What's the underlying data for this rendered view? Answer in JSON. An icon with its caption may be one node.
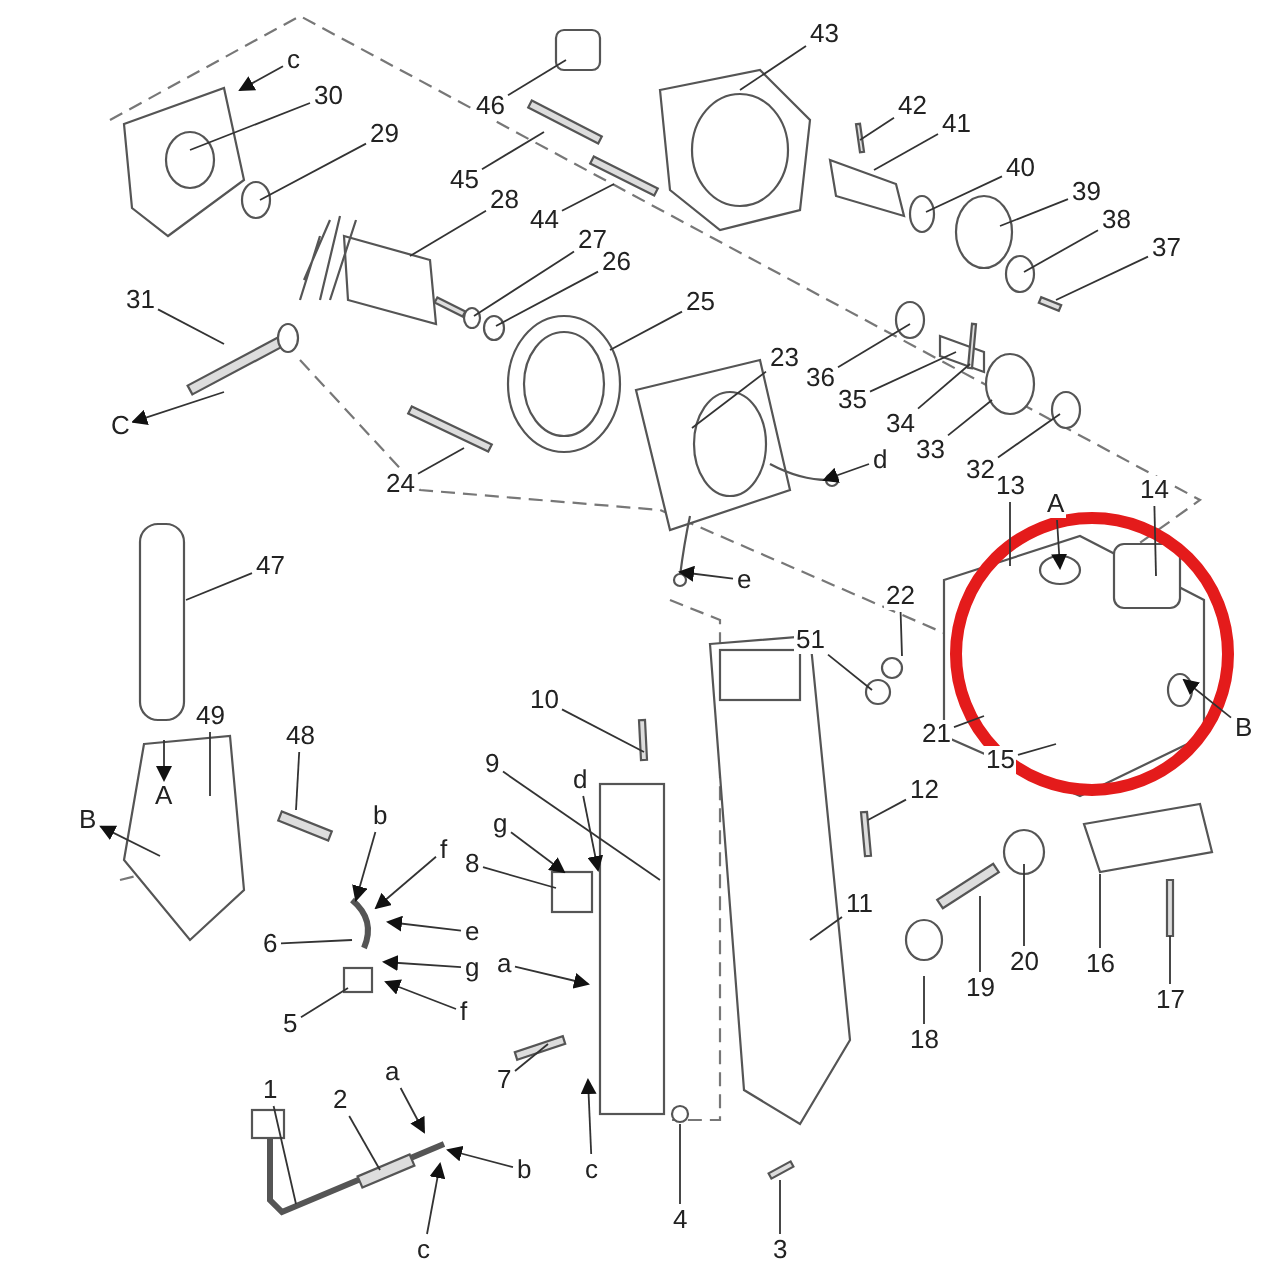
{
  "diagram": {
    "nodes": [
      {
        "text": [
          "c"
        ]
      },
      {
        "text": [
          "43"
        ]
      },
      {
        "text": [
          "30"
        ]
      },
      {
        "text": [
          "46"
        ]
      },
      {
        "text": [
          "42"
        ]
      },
      {
        "text": [
          "29"
        ]
      },
      {
        "text": [
          "41"
        ]
      },
      {
        "text": [
          "45"
        ]
      },
      {
        "text": [
          "40"
        ]
      },
      {
        "text": [
          "39"
        ]
      },
      {
        "text": [
          "28"
        ]
      },
      {
        "text": [
          "44"
        ]
      },
      {
        "text": [
          "38"
        ]
      },
      {
        "text": [
          "37"
        ]
      },
      {
        "text": [
          "27"
        ]
      },
      {
        "text": [
          "26"
        ]
      },
      {
        "text": [
          "31"
        ]
      },
      {
        "text": [
          "25"
        ]
      },
      {
        "text": [
          "23"
        ]
      },
      {
        "text": [
          "36"
        ]
      },
      {
        "text": [
          "35"
        ]
      },
      {
        "text": [
          "34"
        ]
      },
      {
        "text": [
          "33"
        ]
      },
      {
        "text": [
          "C"
        ]
      },
      {
        "text": [
          "32"
        ]
      },
      {
        "text": [
          "d"
        ]
      },
      {
        "text": [
          "24"
        ]
      },
      {
        "text": [
          "14"
        ]
      },
      {
        "text": [
          "13"
        ]
      },
      {
        "text": [
          "A"
        ]
      },
      {
        "text": [
          "47"
        ]
      },
      {
        "text": [
          "e"
        ]
      },
      {
        "text": [
          "22"
        ]
      },
      {
        "text": [
          "51"
        ]
      },
      {
        "text": [
          "49"
        ]
      },
      {
        "text": [
          "B"
        ]
      },
      {
        "text": [
          "10"
        ]
      },
      {
        "text": [
          "21"
        ]
      },
      {
        "text": [
          "48"
        ]
      },
      {
        "text": [
          "15"
        ]
      },
      {
        "text": [
          "A"
        ]
      },
      {
        "text": [
          "9"
        ]
      },
      {
        "text": [
          "B"
        ]
      },
      {
        "text": [
          "12"
        ]
      },
      {
        "text": [
          "g"
        ]
      },
      {
        "text": [
          "d"
        ]
      },
      {
        "text": [
          "b"
        ]
      },
      {
        "text": [
          "f"
        ]
      },
      {
        "text": [
          "8"
        ]
      },
      {
        "text": [
          "11"
        ]
      },
      {
        "text": [
          "e"
        ]
      },
      {
        "text": [
          "g"
        ]
      },
      {
        "text": [
          "f"
        ]
      },
      {
        "text": [
          "6"
        ]
      },
      {
        "text": [
          "16"
        ]
      },
      {
        "text": [
          "20"
        ]
      },
      {
        "text": [
          "7"
        ]
      },
      {
        "text": [
          "a"
        ]
      },
      {
        "text": [
          "5"
        ]
      },
      {
        "text": [
          "19"
        ]
      },
      {
        "text": [
          "17"
        ]
      },
      {
        "text": [
          "18"
        ]
      },
      {
        "text": [
          "a"
        ]
      },
      {
        "text": [
          "c"
        ]
      },
      {
        "text": [
          "b"
        ]
      },
      {
        "text": [
          "2"
        ]
      },
      {
        "text": [
          "1"
        ]
      },
      {
        "text": [
          "c"
        ]
      },
      {
        "text": [
          "4"
        ]
      },
      {
        "text": [
          "3"
        ]
      }
    ],
    "edges": [
      {
        "from": 0,
        "to": null,
        "arrow": "to"
      },
      {
        "from": 1,
        "to": null,
        "arrow": "none"
      },
      {
        "from": 2,
        "to": null,
        "arrow": "none"
      },
      {
        "from": 3,
        "to": null,
        "arrow": "none"
      },
      {
        "from": 4,
        "to": null,
        "arrow": "none"
      },
      {
        "from": 5,
        "to": null,
        "arrow": "none"
      },
      {
        "from": 6,
        "to": null,
        "arrow": "none"
      },
      {
        "from": 7,
        "to": null,
        "arrow": "none"
      },
      {
        "from": 8,
        "to": null,
        "arrow": "none"
      },
      {
        "from": 9,
        "to": null,
        "arrow": "none"
      },
      {
        "from": 10,
        "to": null,
        "arrow": "none"
      },
      {
        "from": 11,
        "to": null,
        "arrow": "none"
      },
      {
        "from": 12,
        "to": null,
        "arrow": "none"
      },
      {
        "from": 13,
        "to": null,
        "arrow": "none"
      },
      {
        "from": 14,
        "to": null,
        "arrow": "none"
      },
      {
        "from": 15,
        "to": null,
        "arrow": "none"
      },
      {
        "from": 16,
        "to": null,
        "arrow": "none"
      },
      {
        "from": 17,
        "to": null,
        "arrow": "none"
      },
      {
        "from": 18,
        "to": null,
        "arrow": "none"
      },
      {
        "from": 19,
        "to": null,
        "arrow": "none"
      },
      {
        "from": 20,
        "to": null,
        "arrow": "none"
      },
      {
        "from": 21,
        "to": null,
        "arrow": "none"
      },
      {
        "from": 22,
        "to": null,
        "arrow": "none"
      },
      {
        "from": null,
        "to": 23,
        "arrow": "to"
      },
      {
        "from": 24,
        "to": null,
        "arrow": "none"
      },
      {
        "from": 25,
        "to": null,
        "arrow": "to"
      },
      {
        "from": 26,
        "to": null,
        "arrow": "none"
      },
      {
        "from": 27,
        "to": null,
        "arrow": "none"
      },
      {
        "from": 28,
        "to": null,
        "arrow": "none"
      },
      {
        "from": 29,
        "to": null,
        "arrow": "to"
      },
      {
        "from": 30,
        "to": null,
        "arrow": "none"
      },
      {
        "from": 31,
        "to": null,
        "arrow": "to"
      },
      {
        "from": 32,
        "to": null,
        "arrow": "none"
      },
      {
        "from": 33,
        "to": null,
        "arrow": "none"
      },
      {
        "from": 34,
        "to": null,
        "arrow": "none"
      },
      {
        "from": 35,
        "to": null,
        "arrow": "to"
      },
      {
        "from": 36,
        "to": null,
        "arrow": "none"
      },
      {
        "from": 37,
        "to": null,
        "arrow": "none"
      },
      {
        "from": 38,
        "to": null,
        "arrow": "none"
      },
      {
        "from": 39,
        "to": null,
        "arrow": "none"
      },
      {
        "from": null,
        "to": 40,
        "arrow": "to"
      },
      {
        "from": 41,
        "to": null,
        "arrow": "none"
      },
      {
        "from": null,
        "to": 42,
        "arrow": "to"
      },
      {
        "from": 43,
        "to": null,
        "arrow": "none"
      },
      {
        "from": 44,
        "to": null,
        "arrow": "to"
      },
      {
        "from": 45,
        "to": null,
        "arrow": "to"
      },
      {
        "from": 46,
        "to": null,
        "arrow": "to"
      },
      {
        "from": 47,
        "to": null,
        "arrow": "to"
      },
      {
        "from": 48,
        "to": null,
        "arrow": "none"
      },
      {
        "from": 49,
        "to": null,
        "arrow": "none"
      },
      {
        "from": 50,
        "to": null,
        "arrow": "to"
      },
      {
        "from": 51,
        "to": null,
        "arrow": "to"
      },
      {
        "from": 52,
        "to": null,
        "arrow": "to"
      },
      {
        "from": 53,
        "to": null,
        "arrow": "none"
      },
      {
        "from": 54,
        "to": null,
        "arrow": "none"
      },
      {
        "from": 55,
        "to": null,
        "arrow": "none"
      },
      {
        "from": 56,
        "to": null,
        "arrow": "none"
      },
      {
        "from": 57,
        "to": null,
        "arrow": "to"
      },
      {
        "from": 58,
        "to": null,
        "arrow": "none"
      },
      {
        "from": 59,
        "to": null,
        "arrow": "none"
      },
      {
        "from": 60,
        "to": null,
        "arrow": "none"
      },
      {
        "from": 61,
        "to": null,
        "arrow": "none"
      },
      {
        "from": 62,
        "to": null,
        "arrow": "to"
      },
      {
        "from": 63,
        "to": null,
        "arrow": "to"
      },
      {
        "from": 64,
        "to": null,
        "arrow": "to"
      },
      {
        "from": 65,
        "to": null,
        "arrow": "none"
      },
      {
        "from": 66,
        "to": null,
        "arrow": "none"
      },
      {
        "from": 67,
        "to": null,
        "arrow": "to"
      },
      {
        "from": 68,
        "to": null,
        "arrow": "none"
      },
      {
        "from": 69,
        "to": null,
        "arrow": "none"
      }
    ]
  }
}
